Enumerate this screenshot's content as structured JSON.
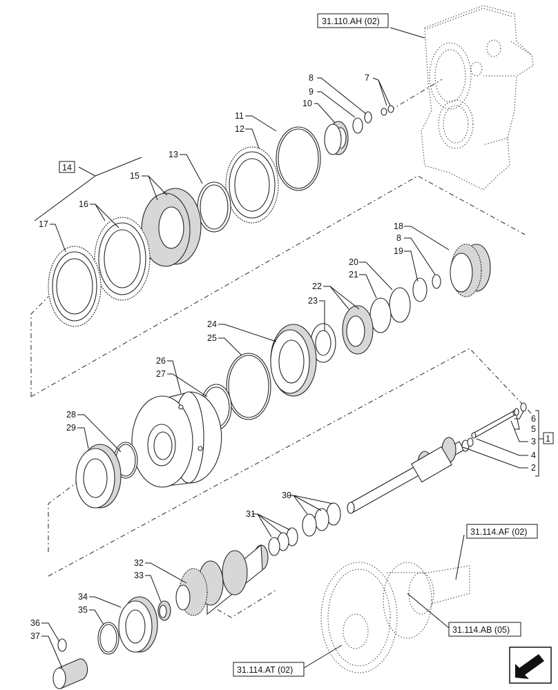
{
  "callouts": [
    "1",
    "2",
    "3",
    "4",
    "5",
    "6",
    "7",
    "8",
    "9",
    "10",
    "11",
    "12",
    "13",
    "14",
    "15",
    "16",
    "17",
    "18",
    "8",
    "19",
    "20",
    "21",
    "22",
    "23",
    "24",
    "25",
    "26",
    "27",
    "28",
    "29",
    "30",
    "31",
    "32",
    "33",
    "34",
    "35",
    "36",
    "37"
  ],
  "refs": {
    "housing": "31.110.AH (02)",
    "input_shaft": "31.114.AF (02)",
    "gear_assembly": "31.114.AB (05)",
    "lower_gear": "31.114.AT (02)"
  },
  "boxed": {
    "group_14": "14",
    "group_1": "1"
  },
  "nav_icon": "arrow-nav-icon"
}
